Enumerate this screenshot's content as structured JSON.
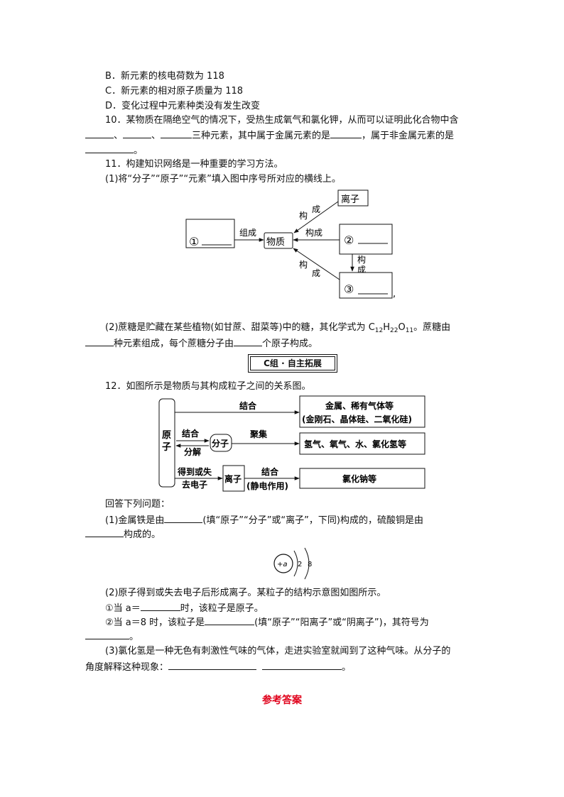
{
  "q9": {
    "optB": "B．新元素的核电荷数为 118",
    "optC": "C．新元素的相对原子质量为 118",
    "optD": "D．变化过程中元素种类没有发生改变"
  },
  "q10": {
    "line1": "10．某物质在隔绝空气的情况下，受热生成氧气和氯化钾，从而可以证明此化合物中含",
    "sep1": "、",
    "sep2": "、",
    "mid": "三种元素，其中属于金属元素的是",
    "end": "，属于非金属元素的是",
    "period": "。"
  },
  "q11": {
    "title": "11．构建知识网络是一种重要的学习方法。",
    "part1": "(1)将“分子”“原子”“元素”填入图中序号所对应的横线上。",
    "diagram": {
      "ion": "离子",
      "substance": "物质",
      "n1": "①",
      "n2": "②",
      "n3": "③",
      "compose": "组成",
      "constitute": "构成",
      "gou": "构",
      "cheng": "成",
      "comma": ","
    },
    "part2a": "(2)蔗糖是贮藏在某些植物(如甘蔗、甜菜等)中的糖，其化学式为 C",
    "f12": "12",
    "fH": "H",
    "f22": "22",
    "fO": "O",
    "f11": "11",
    "part2b": "。蔗糖由",
    "part2c": "种元素组成，每个蔗糖分子由",
    "part2d": "个原子构成。"
  },
  "section": "C组 · 自主拓展",
  "q12": {
    "title": "12．如图所示是物质与其构成粒子之间的关系图。",
    "diagram": {
      "atom1": "原",
      "atom2": "子",
      "combine": "结合",
      "box1a": "金属、稀有气体等",
      "box1b": "(金刚石、晶体硅、二氧化硅)",
      "decompose": "分解",
      "molecule": "分子",
      "gather": "聚集",
      "box2": "氢气、氧气、水、氯化氢等",
      "gainlose1": "得到或失",
      "gainlose2": "去电子",
      "ion": "离子",
      "electro": "(静电作用)",
      "box3": "氯化钠等"
    },
    "answer_intro": "回答下列问题：",
    "p1a": "(1)金属铁是由",
    "p1b": "(填“原子”“分子”或“离子”，下同)构成的，硫酸铜是由",
    "p1c": "构成的。",
    "struct": {
      "nucleus": "+a",
      "e1": "2",
      "e2": "8"
    },
    "p2": "(2)原子得到或失去电子后形成离子。某粒子的结构示意图如图所示。",
    "p2i_a": "①当 a＝",
    "p2i_b": "时，该粒子是原子。",
    "p2ii_a": "②当 a＝8 时，该粒子是",
    "p2ii_b": "(填“原子”“阳离子”或“阴离子”)，其符号为",
    "p2ii_c": "。",
    "p3a": "(3)氯化氢是一种无色有刺激性气味的气体，走进实验室就闻到了这种气味。从分子的",
    "p3b": "角度解释这种现象：",
    "p3c": "。"
  },
  "answer_heading": "参考答案"
}
